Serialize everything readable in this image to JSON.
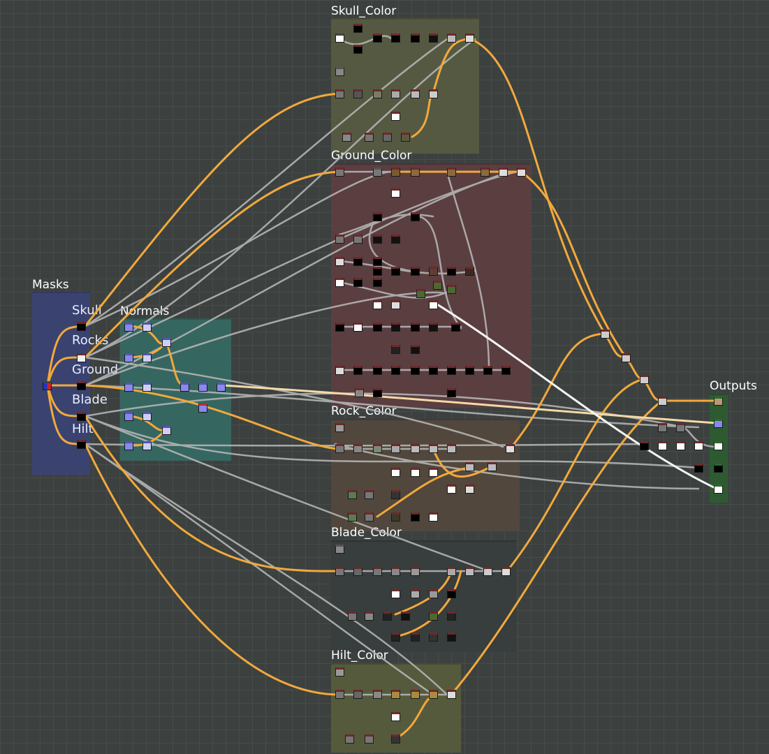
{
  "graph": {
    "frames": [
      {
        "id": "skull",
        "title": "Skull_Color"
      },
      {
        "id": "ground",
        "title": "Ground_Color"
      },
      {
        "id": "rock",
        "title": "Rock_Color"
      },
      {
        "id": "blade",
        "title": "Blade_Color"
      },
      {
        "id": "hilt",
        "title": "Hilt_Color"
      },
      {
        "id": "masks",
        "title": "Masks"
      },
      {
        "id": "normals",
        "title": "Normals"
      },
      {
        "id": "outputs",
        "title": "Outputs"
      }
    ],
    "mask_labels": [
      "Skull",
      "Rocks",
      "Ground",
      "Blade",
      "Hilt"
    ]
  },
  "colors": {
    "background": "#3c4140",
    "wire_color": "#f2a93b",
    "wire_gray": "#b4b4b4",
    "wire_white": "#f4f4f4",
    "wire_normal": "#f5d9a8"
  }
}
